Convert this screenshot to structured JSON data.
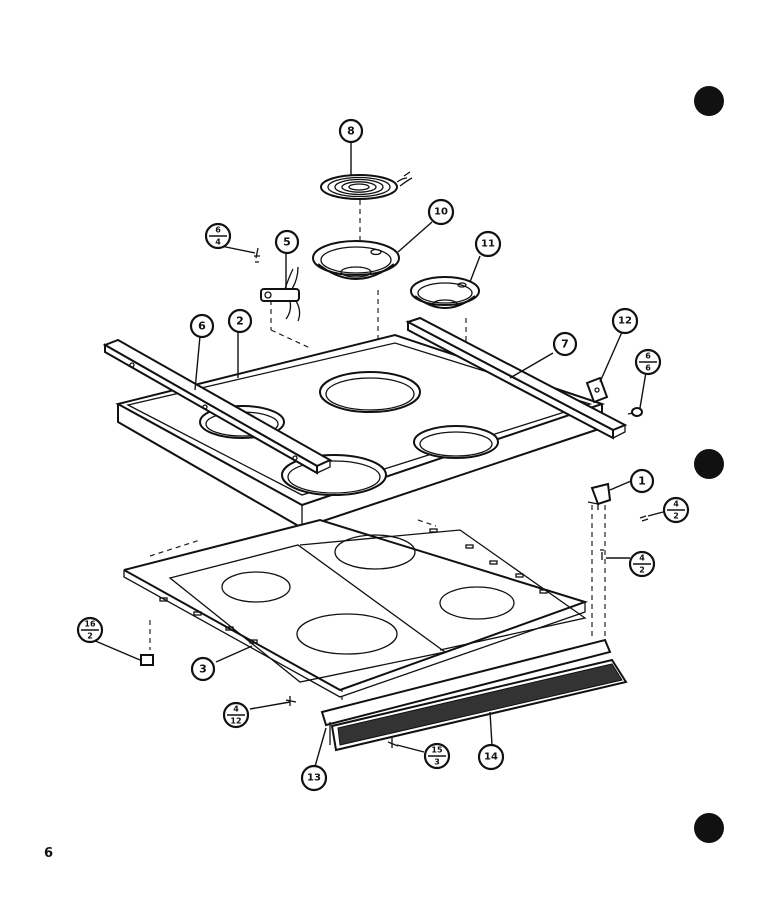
{
  "page_number": "6",
  "callouts": [
    {
      "id": "c1",
      "text": "1"
    },
    {
      "id": "c2",
      "text": "2"
    },
    {
      "id": "c3",
      "text": "3"
    },
    {
      "id": "c5",
      "text": "5"
    },
    {
      "id": "c6",
      "text": "6"
    },
    {
      "id": "c7",
      "text": "7"
    },
    {
      "id": "c8",
      "text": "8"
    },
    {
      "id": "c10",
      "text": "10"
    },
    {
      "id": "c11",
      "text": "11"
    },
    {
      "id": "c12",
      "text": "12"
    },
    {
      "id": "c13",
      "text": "13"
    },
    {
      "id": "c14",
      "text": "14"
    }
  ],
  "fraction_callouts": [
    {
      "id": "f6-4",
      "top": "6",
      "bottom": "4"
    },
    {
      "id": "f6-6",
      "top": "6",
      "bottom": "6"
    },
    {
      "id": "f4-2a",
      "top": "4",
      "bottom": "2"
    },
    {
      "id": "f4-2b",
      "top": "4",
      "bottom": "2"
    },
    {
      "id": "f16-2",
      "top": "16",
      "bottom": "2"
    },
    {
      "id": "f4-12",
      "top": "4",
      "bottom": "12"
    },
    {
      "id": "f15-3",
      "top": "15",
      "bottom": "3"
    }
  ],
  "colors": {
    "ink": "#111111",
    "paper": "#ffffff"
  }
}
